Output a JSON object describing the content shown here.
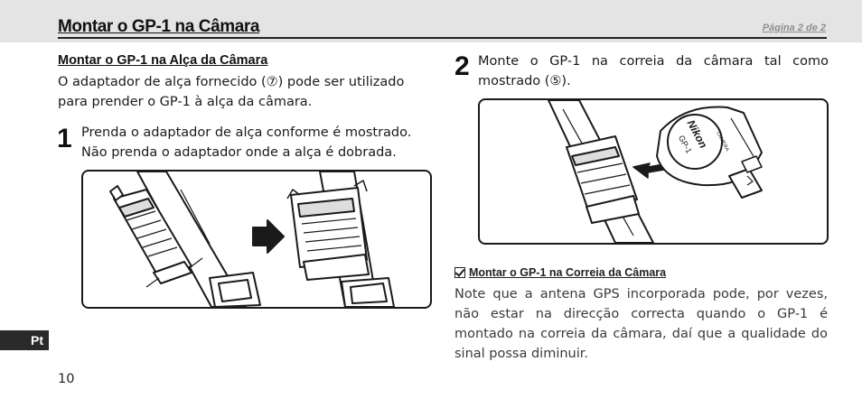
{
  "header": {
    "title": "Montar o GP-1 na Câmara",
    "page_indicator": "Página 2 de 2"
  },
  "left": {
    "subheading": "Montar o GP-1 na Alça da Câmara",
    "intro": "O adaptador de alça fornecido (⑦) pode ser utilizado para prender o GP-1 à alça da câmara.",
    "step1": {
      "number": "1",
      "text": "Prenda o adaptador de alça conforme é mostrado. Não prenda o adaptador onde a alça é dobrada."
    }
  },
  "right": {
    "step2": {
      "number": "2",
      "text": "Monte o GP-1 na correia da câmara tal como mostrado (⑤)."
    },
    "device_labels": {
      "brand": "Nikon",
      "model": "GP-1",
      "port": "CAMERA"
    },
    "note": {
      "icon": "checkbox-icon",
      "heading": "Montar o GP-1 na Correia da Câmara",
      "text": "Note que a antena GPS incorporada pode, por vezes, não estar na direcção correcta quando o GP-1 é montado na correia da câmara, daí que a qualidade do sinal possa diminuir."
    }
  },
  "footer": {
    "language_tab": "Pt",
    "page_number": "10"
  }
}
